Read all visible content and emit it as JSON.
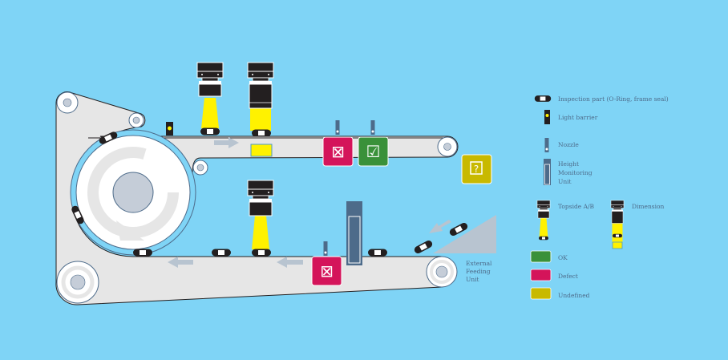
{
  "colors": {
    "background": "#7fd4f6",
    "ok": "#3a913a",
    "defect": "#d4145a",
    "undefined": "#c8b900",
    "beam": "#fff200",
    "frame": "#e6e6e6"
  },
  "labels": {
    "external_feeding": [
      "External",
      "Feeding",
      "Unit"
    ]
  },
  "status_boxes": [
    {
      "state": "defect",
      "icon": "x-box-icon"
    },
    {
      "state": "ok",
      "icon": "check-box-icon"
    },
    {
      "state": "undefined",
      "icon": "question-box-icon"
    },
    {
      "state": "defect",
      "icon": "x-box-icon"
    }
  ],
  "icons": {
    "defect": "⊠",
    "ok": "☑",
    "undefined": "?"
  },
  "legend": {
    "inspection_part": "Inspection part (O-Ring, frame seal)",
    "light_barrier": "Light barrier",
    "nozzle": "Nozzle",
    "height_unit": [
      "Height",
      "Monitoring",
      "Unit"
    ],
    "topside": "Topside A/B",
    "dimension": "Dimension",
    "ok": "OK",
    "defect": "Defect",
    "undefined": "Undefined"
  }
}
